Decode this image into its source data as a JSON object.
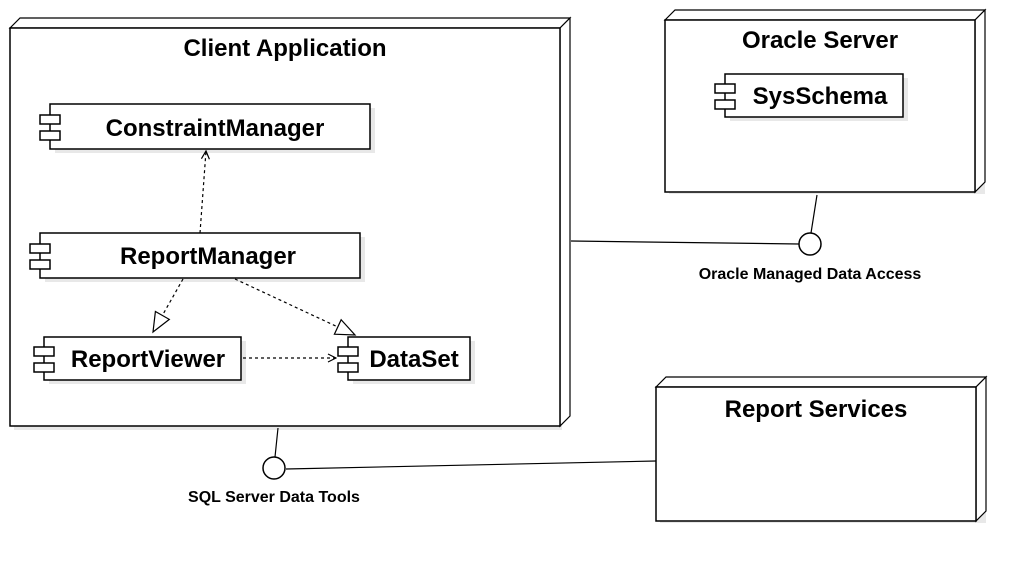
{
  "nodes": {
    "client": {
      "title": "Client Application"
    },
    "oracle": {
      "title": "Oracle Server"
    },
    "report_services": {
      "title": "Report Services"
    }
  },
  "components": {
    "constraint_manager": "ConstraintManager",
    "report_manager": "ReportManager",
    "report_viewer": "ReportViewer",
    "dataset": "DataSet",
    "sys_schema": "SysSchema"
  },
  "interfaces": {
    "oracle_access": "Oracle Managed Data Access",
    "sql_tools": "SQL Server Data Tools"
  },
  "colors": {
    "stroke": "#000000",
    "shadow": "#e8e8e8",
    "background": "#ffffff"
  }
}
